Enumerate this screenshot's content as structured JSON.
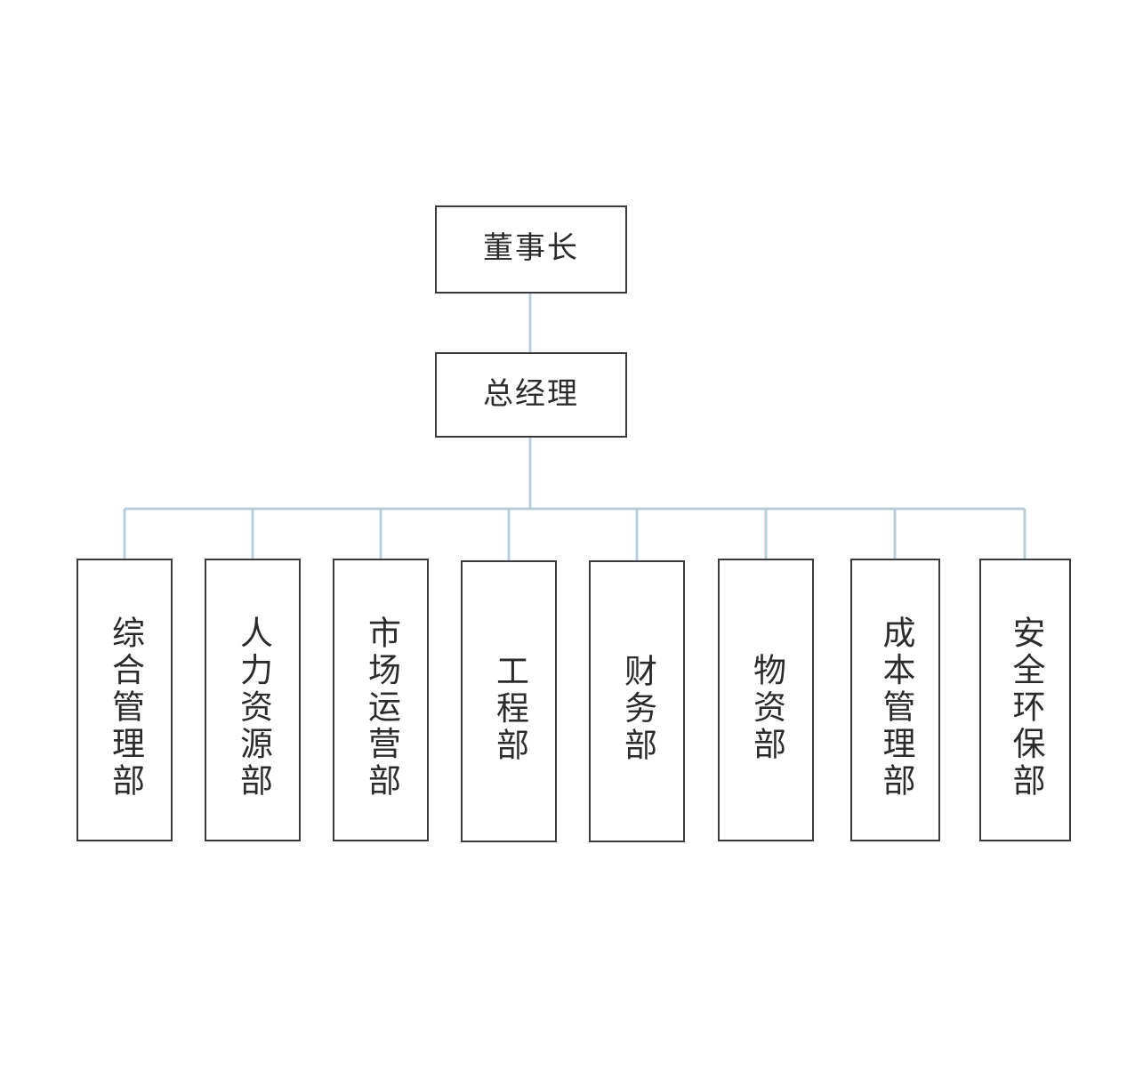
{
  "chart_data": {
    "type": "diagram",
    "diagram_type": "organization-chart",
    "title": "",
    "orientation": "top-down",
    "levels": 3,
    "node_count": 10,
    "nodes": [
      {
        "id": "chairman",
        "label": "董事长",
        "level": 0,
        "parent": null,
        "text_direction": "horizontal"
      },
      {
        "id": "general-manager",
        "label": "总经理",
        "level": 1,
        "parent": "chairman",
        "text_direction": "horizontal"
      },
      {
        "id": "dept-general-admin",
        "label": "综合管理部",
        "level": 2,
        "parent": "general-manager",
        "text_direction": "vertical"
      },
      {
        "id": "dept-human-resources",
        "label": "人力资源部",
        "level": 2,
        "parent": "general-manager",
        "text_direction": "vertical"
      },
      {
        "id": "dept-market-operations",
        "label": "市场运营部",
        "level": 2,
        "parent": "general-manager",
        "text_direction": "vertical"
      },
      {
        "id": "dept-engineering",
        "label": "工程部",
        "level": 2,
        "parent": "general-manager",
        "text_direction": "vertical"
      },
      {
        "id": "dept-finance",
        "label": "财务部",
        "level": 2,
        "parent": "general-manager",
        "text_direction": "vertical"
      },
      {
        "id": "dept-materials",
        "label": "物资部",
        "level": 2,
        "parent": "general-manager",
        "text_direction": "vertical"
      },
      {
        "id": "dept-cost-management",
        "label": "成本管理部",
        "level": 2,
        "parent": "general-manager",
        "text_direction": "vertical"
      },
      {
        "id": "dept-safety-environment",
        "label": "安全环保部",
        "level": 2,
        "parent": "general-manager",
        "text_direction": "vertical"
      }
    ],
    "edges": [
      {
        "from": "chairman",
        "to": "general-manager"
      },
      {
        "from": "general-manager",
        "to": "dept-general-admin"
      },
      {
        "from": "general-manager",
        "to": "dept-human-resources"
      },
      {
        "from": "general-manager",
        "to": "dept-market-operations"
      },
      {
        "from": "general-manager",
        "to": "dept-engineering"
      },
      {
        "from": "general-manager",
        "to": "dept-finance"
      },
      {
        "from": "general-manager",
        "to": "dept-materials"
      },
      {
        "from": "general-manager",
        "to": "dept-cost-management"
      },
      {
        "from": "general-manager",
        "to": "dept-safety-environment"
      }
    ],
    "colors": {
      "background": "#ffffff",
      "node_fill": "#ffffff",
      "node_border": "#3a3a3c",
      "connector": "#b9ced9",
      "text": "#2b2b2b"
    }
  },
  "chart": {
    "top": {
      "label": "董事长"
    },
    "mid": {
      "label": "总经理"
    },
    "departments": [
      {
        "label": "综合管理部"
      },
      {
        "label": "人力资源部"
      },
      {
        "label": "市场运营部"
      },
      {
        "label": "工程部"
      },
      {
        "label": "财务部"
      },
      {
        "label": "物资部"
      },
      {
        "label": "成本管理部"
      },
      {
        "label": "安全环保部"
      }
    ]
  }
}
